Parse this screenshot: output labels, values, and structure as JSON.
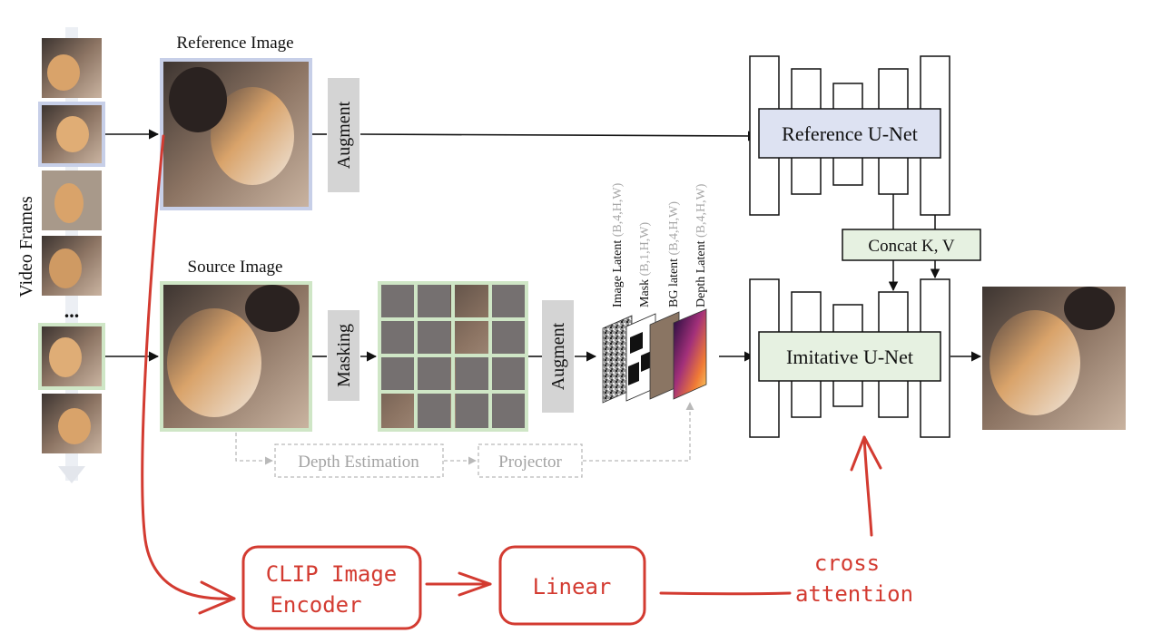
{
  "labels": {
    "video_frames": "Video Frames",
    "ellipsis": "...",
    "reference_image": "Reference Image",
    "source_image": "Source Image",
    "augment_top": "Augment",
    "augment_bottom": "Augment",
    "masking": "Masking",
    "depth_estimation": "Depth Estimation",
    "projector": "Projector",
    "reference_unet": "Reference U-Net",
    "imitative_unet": "Imitative U-Net",
    "concat": "Concat K, V",
    "clip_line1": "CLIP Image",
    "clip_line2": "Encoder",
    "linear": "Linear",
    "cross_line1": "cross",
    "cross_line2": "attention"
  },
  "latents": [
    {
      "name": "Image Latent",
      "shape": "(B,4,H,W)"
    },
    {
      "name": "Mask",
      "shape": "(B,1,H,W)"
    },
    {
      "name": "BG latent",
      "shape": "(B,4,H,W)"
    },
    {
      "name": "Depth Latent",
      "shape": "(B,4,H,W)"
    }
  ],
  "colors": {
    "reference_unet_fill": "#dde2f2",
    "imitative_unet_fill": "#e6f1e1",
    "concat_fill": "#e6f1e1",
    "augment_fill": "#d4d4d4",
    "dashed_gray": "#b9b9b9",
    "red_annotation": "#d33b31",
    "frame_highlight_blue": "#c7cfe8",
    "frame_highlight_green": "#cfe6c6"
  }
}
